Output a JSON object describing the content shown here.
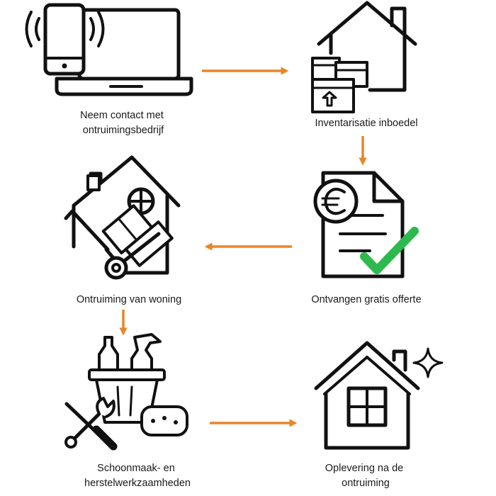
{
  "colors": {
    "arrow": "#E8862A",
    "icon": "#111111",
    "check": "#2DB94D"
  },
  "steps": [
    {
      "label_lines": [
        "Neem contact met",
        "ontruimingsbedrijf"
      ],
      "icon": "phone-laptop-icon"
    },
    {
      "label_lines": [
        "Inventarisatie inboedel"
      ],
      "icon": "house-boxes-icon"
    },
    {
      "label_lines": [
        "Ontvangen gratis offerte"
      ],
      "icon": "euro-document-check-icon"
    },
    {
      "label_lines": [
        "Ontruiming van woning"
      ],
      "icon": "house-dolly-icon"
    },
    {
      "label_lines": [
        "Schoonmaak- en",
        "herstelwerkzaamheden"
      ],
      "icon": "cleaning-tools-icon"
    },
    {
      "label_lines": [
        "Oplevering na de",
        "ontruiming"
      ],
      "icon": "clean-house-icon"
    }
  ]
}
